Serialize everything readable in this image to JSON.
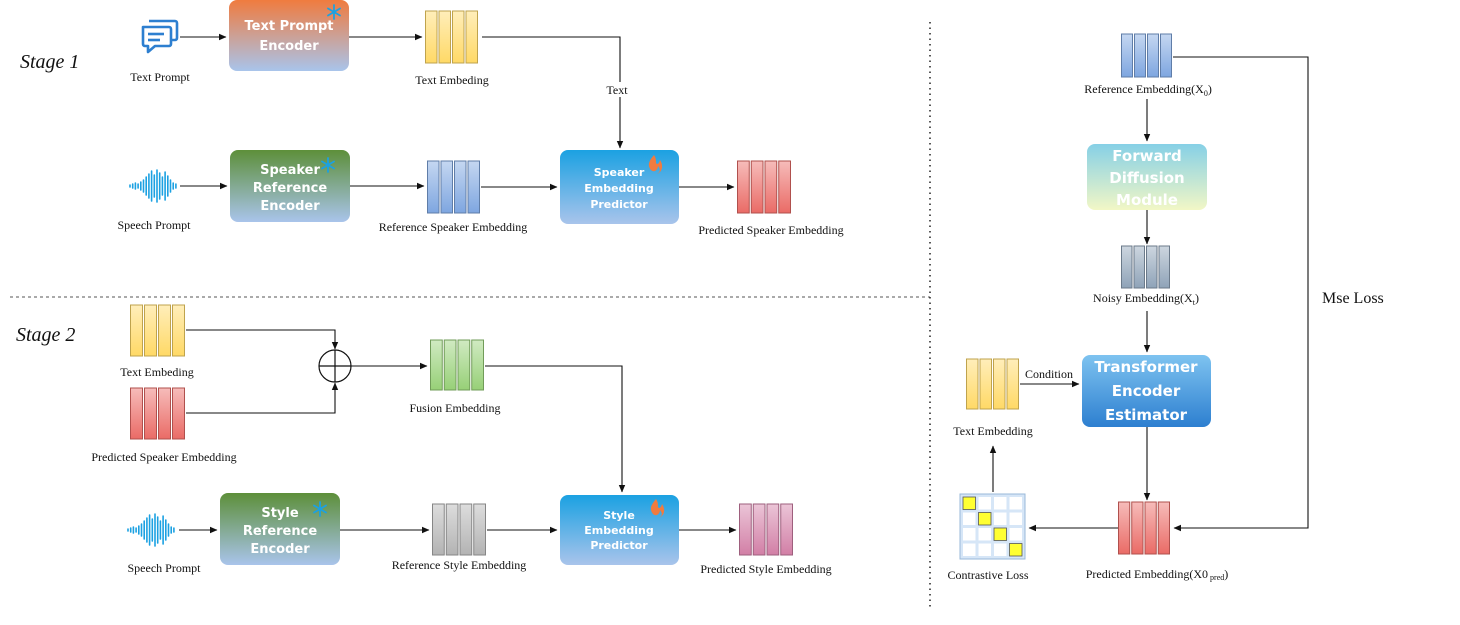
{
  "stage1": {
    "title": "Stage 1",
    "text_prompt_label": "Text Prompt",
    "text_encoder": [
      "Text Prompt",
      "Encoder"
    ],
    "text_embedding_label": "Text Embeding",
    "text_arrow_label": "Text",
    "speech_prompt_label": "Speech Prompt",
    "speaker_encoder": [
      "Speaker",
      "Reference",
      "Encoder"
    ],
    "ref_speaker_emb_label": "Reference Speaker Embedding",
    "predictor": [
      "Speaker",
      "Embedding",
      "Predictor"
    ],
    "pred_speaker_emb_label": "Predicted Speaker Embedding"
  },
  "stage2": {
    "title": "Stage 2",
    "text_embedding_label": "Text Embeding",
    "pred_speaker_emb_label": "Predicted Speaker Embedding",
    "fusion_emb_label": "Fusion Embedding",
    "speech_prompt_label": "Speech Prompt",
    "style_encoder": [
      "Style",
      "Reference",
      "Encoder"
    ],
    "ref_style_emb_label": "Reference Style Embedding",
    "predictor": [
      "Style",
      "Embedding",
      "Predictor"
    ],
    "pred_style_emb_label": "Predicted Style Embedding"
  },
  "right": {
    "ref_emb_label": "Reference Embedding(X",
    "ref_emb_sub": "0",
    "ref_emb_tail": ")",
    "forward_module": [
      "Forward",
      "Diffusion",
      "Module"
    ],
    "noisy_emb_label": "Noisy Embedding(X",
    "noisy_emb_sub": "t",
    "noisy_emb_tail": ")",
    "condition_label": "Condition",
    "transformer": [
      "Transformer",
      "Encoder",
      "Estimator"
    ],
    "text_emb_label": "Text Embedding",
    "mse_label": "Mse Loss",
    "contrastive_label": "Contrastive Loss",
    "pred_emb_label": "Predicted Embedding(X0",
    "pred_emb_sub": " pred",
    "pred_emb_tail": ")"
  },
  "colors": {
    "yellow": "#ffd966",
    "blue": "#7ea6e0",
    "red": "#ea6b66",
    "green": "#97d077",
    "gray": "#b3b3b3",
    "pink": "#d27fa6",
    "slate": "#8fa3b8",
    "snowflake": "#1ba1e2",
    "flame": "#f07b3f"
  }
}
